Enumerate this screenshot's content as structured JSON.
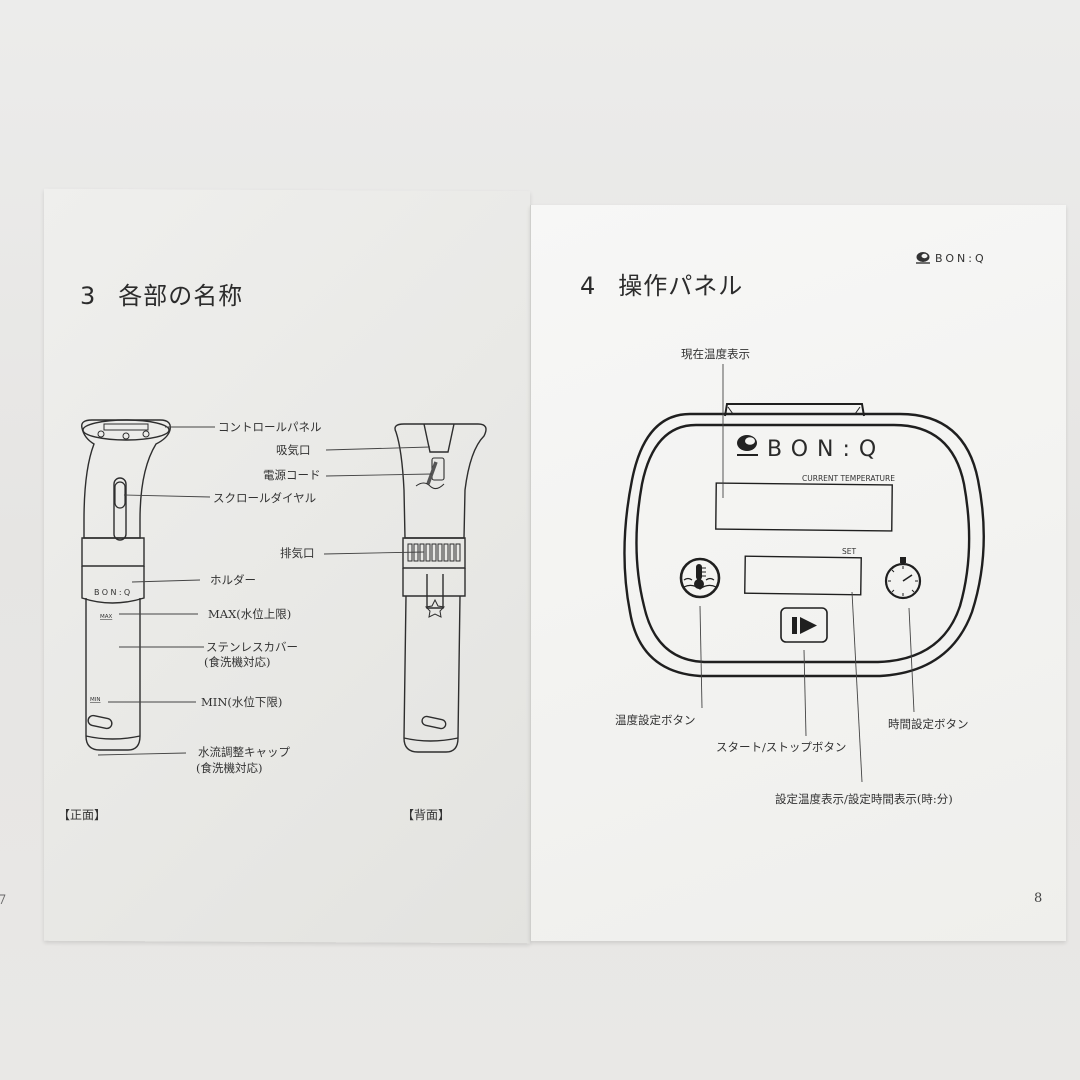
{
  "left_page": {
    "section_number": "3",
    "section_title": "各部の名称",
    "front_caption": "【正面】",
    "back_caption": "【背面】",
    "page_number": "7",
    "device_brand": "BON:Q",
    "front_markings": {
      "max": "MAX",
      "min": "MIN"
    },
    "labels": {
      "control_panel": "コントロールパネル",
      "intake": "吸気口",
      "power_cord": "電源コード",
      "scroll_dial": "スクロールダイヤル",
      "exhaust": "排気口",
      "holder": "ホルダー",
      "max_level": "MAX(水位上限)",
      "stainless_cover": "ステンレスカバー",
      "stainless_cover_note": "(食洗機対応)",
      "min_level": "MIN(水位下限)",
      "flow_cap": "水流調整キャップ",
      "flow_cap_note": "(食洗機対応)"
    }
  },
  "right_page": {
    "brand_logo": "BON:Q",
    "section_number": "4",
    "section_title": "操作パネル",
    "page_number": "8",
    "panel": {
      "brand": "BON:Q",
      "current_temperature_tag": "CURRENT TEMPERATURE",
      "set_tag": "SET"
    },
    "icons": {
      "temperature_button": "thermometer-water-icon",
      "start_stop_button": "play-pause-icon",
      "time_button": "stopwatch-icon"
    },
    "labels": {
      "current_temp_display": "現在温度表示",
      "temp_set_button": "温度設定ボタン",
      "start_stop_button": "スタート/ストップボタン",
      "time_set_button": "時間設定ボタン",
      "set_display": "設定温度表示/設定時間表示(時:分)"
    }
  }
}
